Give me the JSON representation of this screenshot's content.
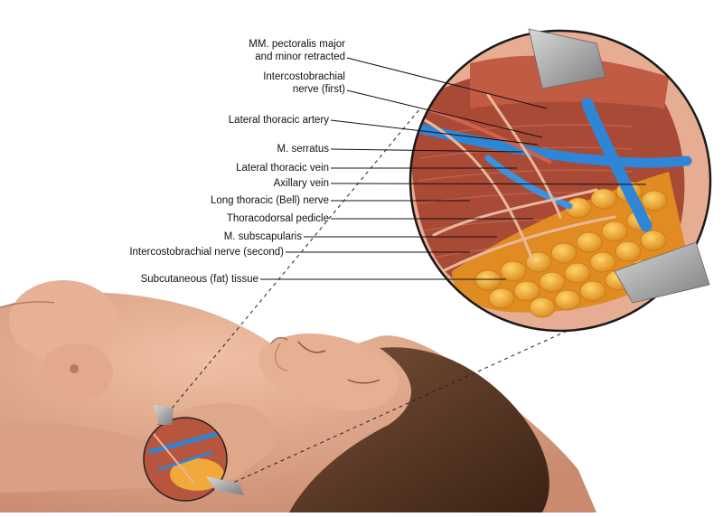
{
  "labels": [
    "MM. pectoralis major\nand minor retracted",
    "Intercostobrachial\nnerve (first)",
    "Lateral thoracic artery",
    "M. serratus",
    "Lateral thoracic vein",
    "Axillary vein",
    "Long thoracic (Bell) nerve",
    "Thoracodorsal pedicle",
    "M. subscapularis",
    "Intercostobrachial nerve (second)",
    "Subcutaneous (fat) tissue"
  ],
  "colors": {
    "skin": "#e0a98c",
    "skin_shadow": "#c98a6e",
    "hair": "#5a3826",
    "muscle": "#b8553f",
    "vein": "#2f86d6",
    "nerve": "#e9b79a",
    "fat": "#f0a93a",
    "retractor": "#9a9a9a"
  }
}
